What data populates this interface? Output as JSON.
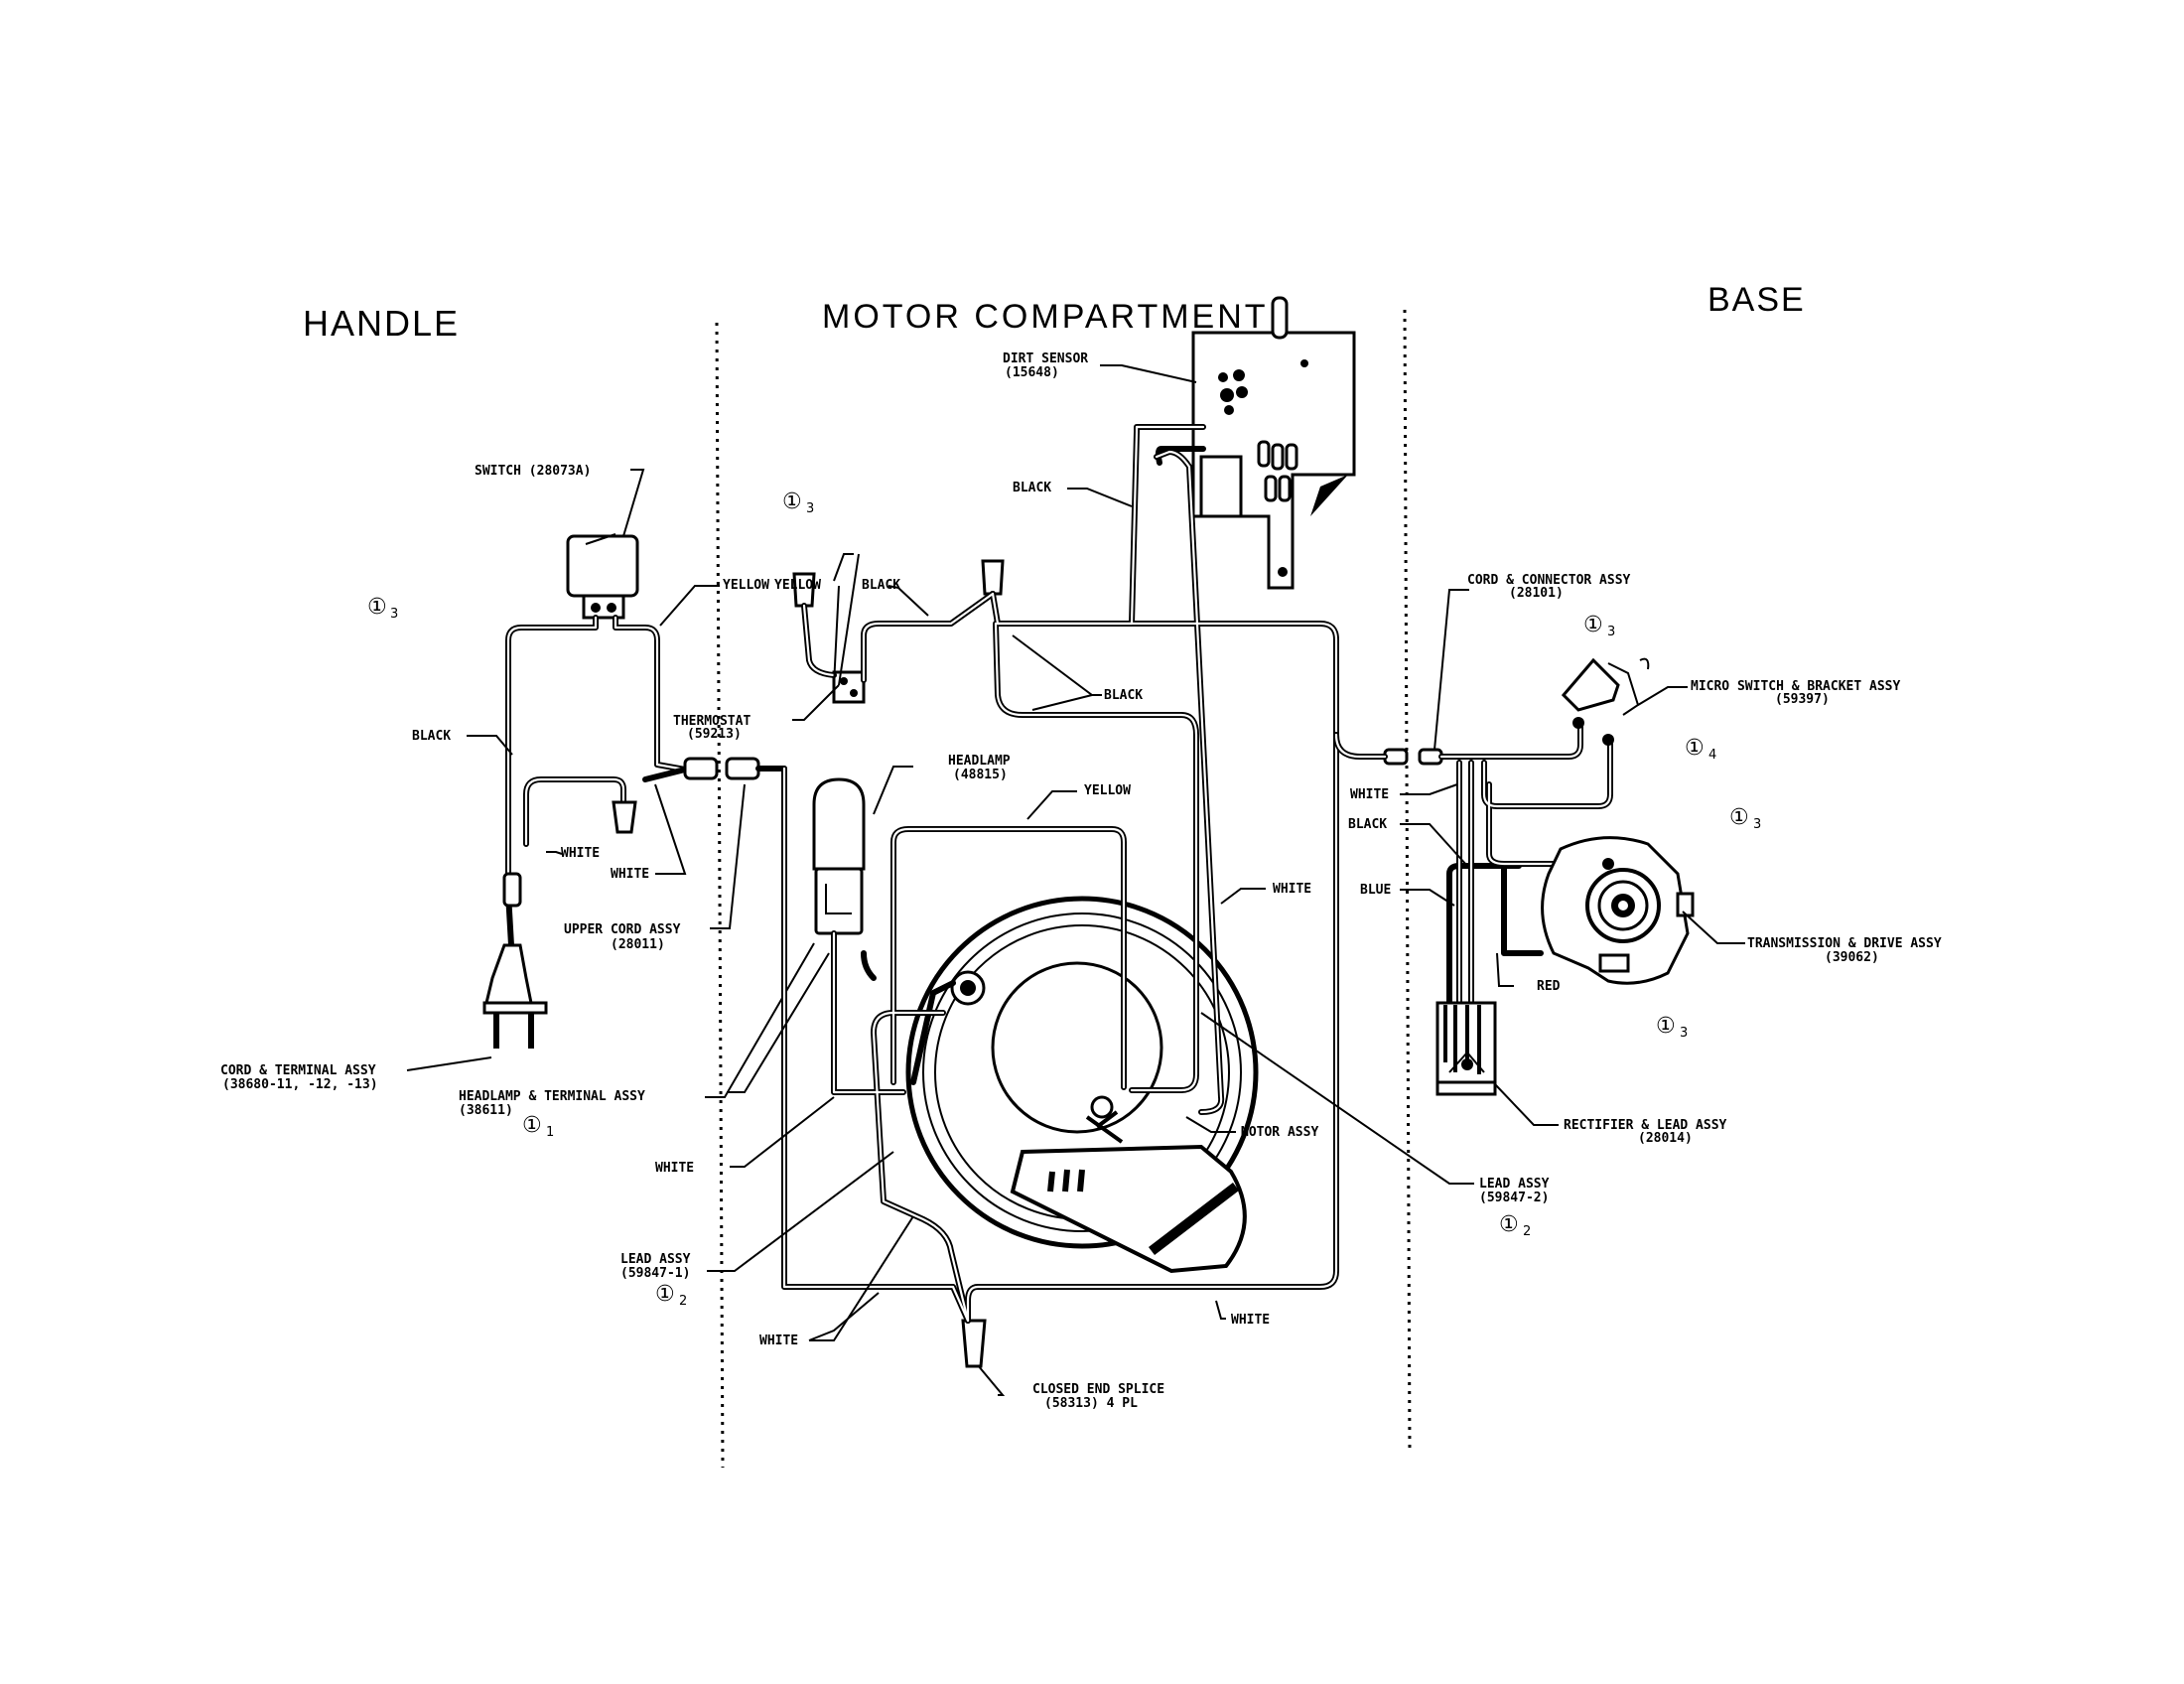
{
  "sections": {
    "handle": "HANDLE",
    "motor": "MOTOR COMPARTMENT",
    "base": "BASE"
  },
  "labels": {
    "switch": "SWITCH (28073A)",
    "yellow_handle": "YELLOW",
    "black_handle": "BLACK",
    "white_handle_1": "WHITE",
    "white_handle_2": "WHITE",
    "upper_cord_1": "UPPER CORD ASSY",
    "upper_cord_2": "(28011)",
    "cord_terminal_1": "CORD & TERMINAL ASSY",
    "cord_terminal_2": "(38680-11, -12, -13)",
    "headlamp_terminal_1": "HEADLAMP & TERMINAL ASSY",
    "headlamp_terminal_2": "(38611)",
    "yellow_thermo": "YELLOW",
    "black_thermo": "BLACK",
    "thermostat_1": "THERMOSTAT",
    "thermostat_2": "(59213)",
    "dirt_sensor_1": "DIRT SENSOR",
    "dirt_sensor_2": "(15648)",
    "black_sensor": "BLACK",
    "black_mid": "BLACK",
    "headlamp_1": "HEADLAMP",
    "headlamp_2": "(48815)",
    "yellow_motor": "YELLOW",
    "white_motor_right": "WHITE",
    "motor_assy": "MOTOR ASSY",
    "white_left_mid": "WHITE",
    "lead_assy_1a": "LEAD ASSY",
    "lead_assy_1b": "(59847-1)",
    "white_bottom_left": "WHITE",
    "white_bottom_right": "WHITE",
    "closed_splice_1": "CLOSED END SPLICE",
    "closed_splice_2": "(58313) 4 PL",
    "lead_assy_2a": "LEAD ASSY",
    "lead_assy_2b": "(59847-2)",
    "cord_connector_1": "CORD & CONNECTOR ASSY",
    "cord_connector_2": "(28101)",
    "micro_switch_1": "MICRO SWITCH & BRACKET ASSY",
    "micro_switch_2": "(59397)",
    "white_base": "WHITE",
    "black_base": "BLACK",
    "blue_base": "BLUE",
    "red_base": "RED",
    "transmission_1": "TRANSMISSION & DRIVE ASSY",
    "transmission_2": "(39062)",
    "rectifier_1": "RECTIFIER & LEAD ASSY",
    "rectifier_2": "(28014)"
  },
  "refs": {
    "r_top": "①",
    "r_top_sub": "3",
    "r_handle": "①",
    "r_handle_sub": "3",
    "r_headlamp": "①",
    "r_headlamp_sub": "1",
    "r_lead1": "①",
    "r_lead1_sub": "2",
    "r_lead2": "①",
    "r_lead2_sub": "2",
    "r_base1": "①",
    "r_base1_sub": "3",
    "r_base2": "①",
    "r_base2_sub": "4",
    "r_base3": "①",
    "r_base3_sub": "3",
    "r_base4": "①",
    "r_base4_sub": "3"
  }
}
